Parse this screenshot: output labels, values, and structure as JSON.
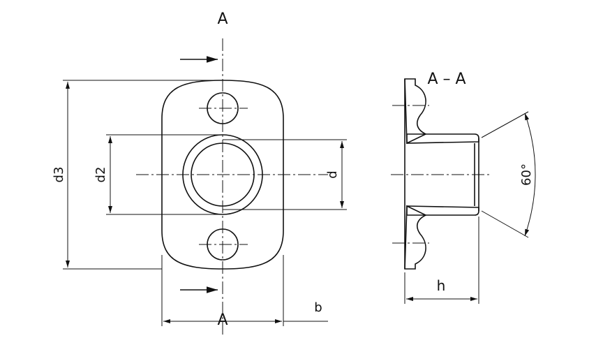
{
  "labels": {
    "section_top": "A",
    "section_bottom": "A",
    "section_view_title": "A – A",
    "d3": "d3",
    "d2": "d2",
    "d": "d",
    "b": "b",
    "h": "h",
    "angle": "60°"
  }
}
